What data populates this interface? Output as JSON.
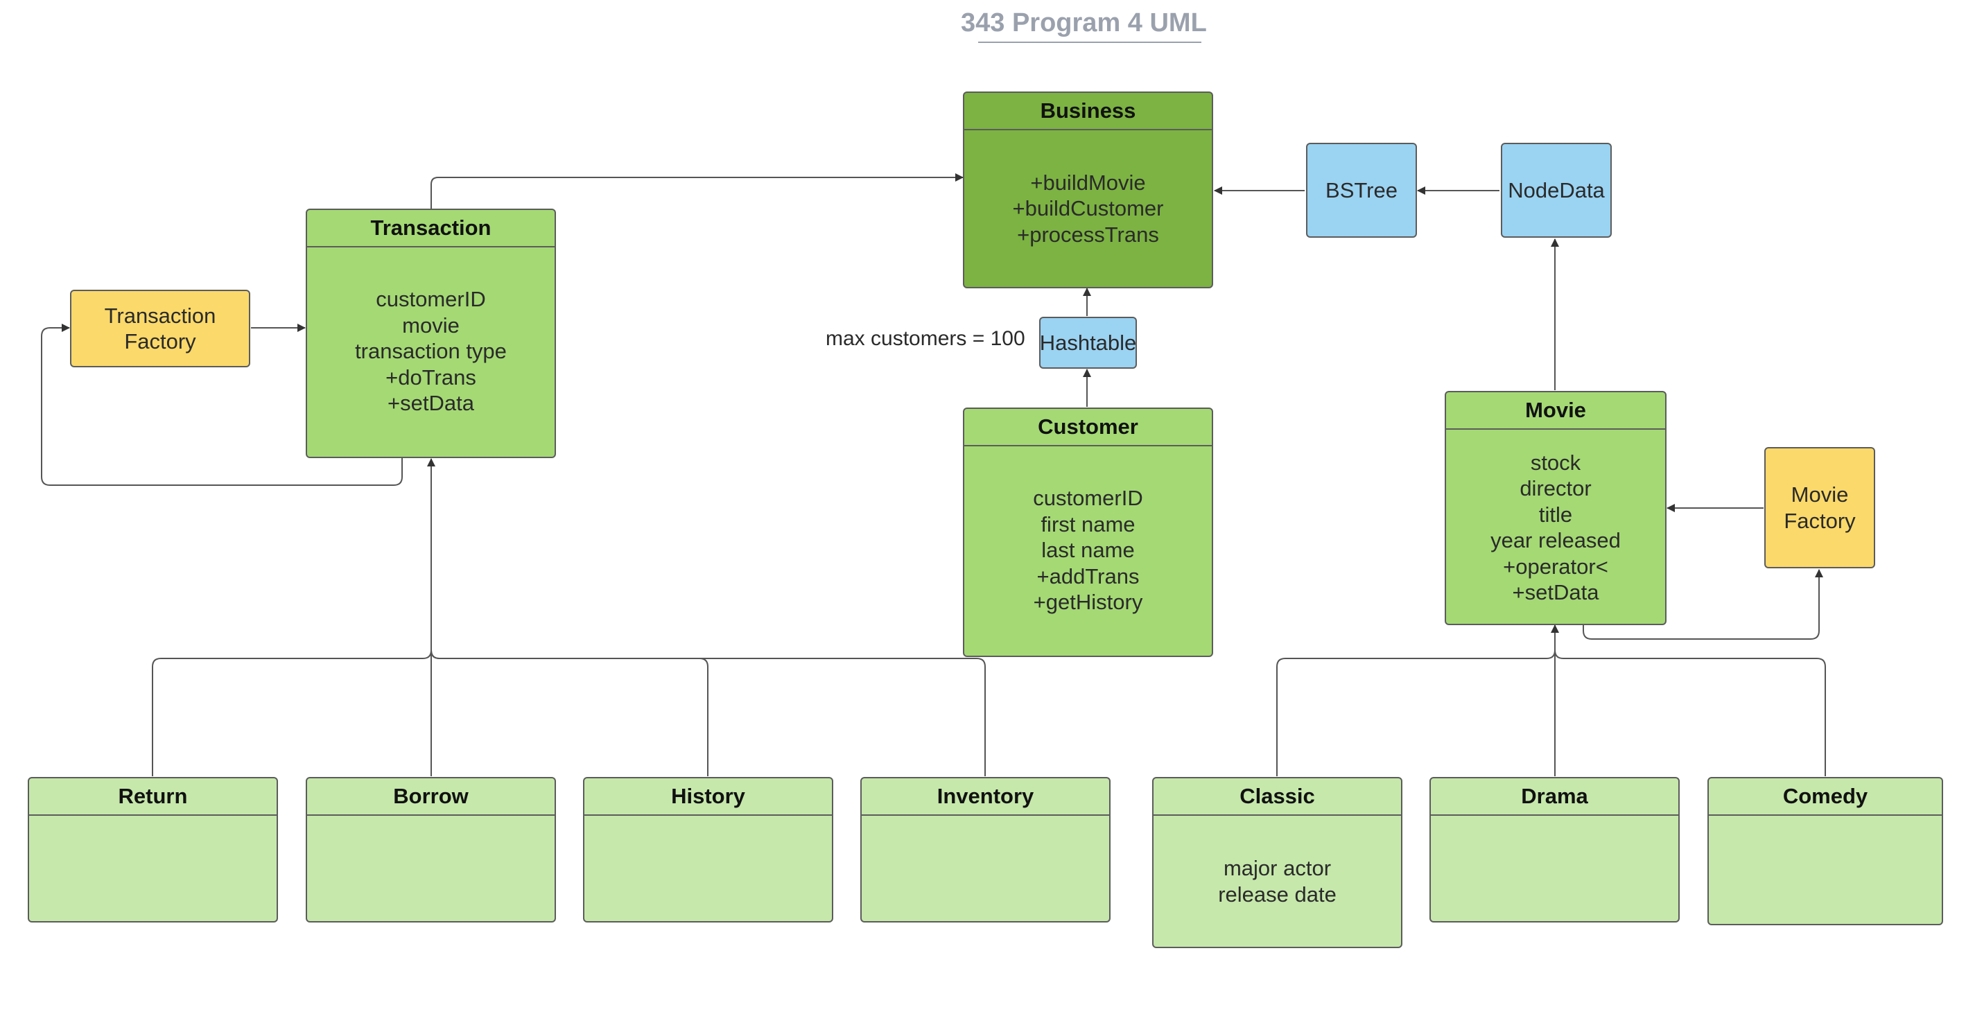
{
  "title": "343 Program 4 UML",
  "colors": {
    "business_fill": "#7cb342",
    "class_fill": "#a4d974",
    "subclass_fill": "#c6e8ab",
    "data_structure_fill": "#9bd3f2",
    "factory_fill": "#fbd96a",
    "border": "#5c5c5c",
    "title": "#9aa1ad"
  },
  "classes": {
    "business": {
      "name": "Business",
      "members": [
        "+buildMovie",
        "+buildCustomer",
        "+processTrans"
      ]
    },
    "transaction": {
      "name": "Transaction",
      "members": [
        "customerID",
        "movie",
        "transaction type",
        "+doTrans",
        "+setData"
      ]
    },
    "customer": {
      "name": "Customer",
      "members": [
        "customerID",
        "first name",
        "last name",
        "+addTrans",
        "+getHistory"
      ]
    },
    "movie": {
      "name": "Movie",
      "members": [
        "stock",
        "director",
        "title",
        "year released",
        "+operator<",
        "+setData"
      ]
    },
    "return": {
      "name": "Return",
      "members": []
    },
    "borrow": {
      "name": "Borrow",
      "members": []
    },
    "history": {
      "name": "History",
      "members": []
    },
    "inventory": {
      "name": "Inventory",
      "members": []
    },
    "classic": {
      "name": "Classic",
      "members": [
        "major actor",
        "release date"
      ]
    },
    "drama": {
      "name": "Drama",
      "members": []
    },
    "comedy": {
      "name": "Comedy",
      "members": []
    }
  },
  "structures": {
    "bstree": "BSTree",
    "nodedata": "NodeData",
    "hashtable": "Hashtable"
  },
  "factories": {
    "transaction_factory": "Transaction\nFactory",
    "movie_factory": "Movie\nFactory"
  },
  "annotations": {
    "hashtable_note": "max customers = 100"
  }
}
